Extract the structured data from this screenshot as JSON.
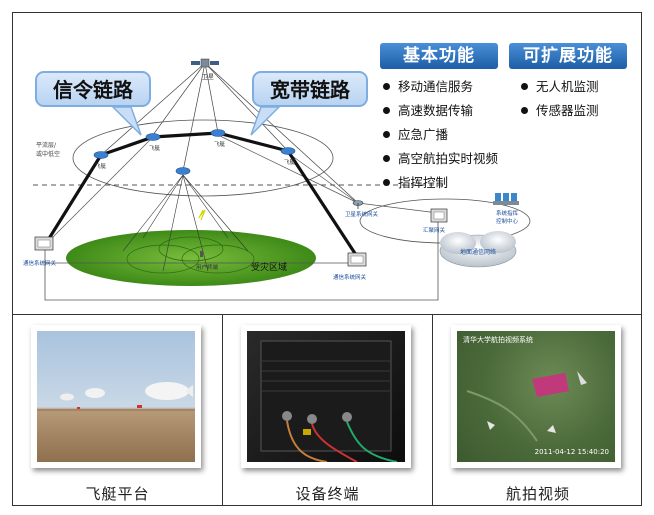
{
  "network": {
    "satellite_label": "卫星",
    "airship_labels": [
      "飞艇",
      "飞艇",
      "飞艇",
      "飞艇"
    ],
    "layer_label_line1": "平流层/",
    "layer_label_line2": "或中低空",
    "disaster_zone_label": "受灾区域",
    "user_terminal_label": "用户终端",
    "gateway_left_label": "通信系统网关",
    "gateway_bottom_label": "通信系统网关",
    "satellite_gateway_label": "卫星系统网关",
    "hub_gateway_label": "汇聚网关",
    "ground_network_label": "地面通信网络",
    "control_center_label_line1": "系统指挥",
    "control_center_label_line2": "控制中心"
  },
  "callouts": {
    "signaling_link": "信令链路",
    "broadband_link": "宽带链路"
  },
  "functions": {
    "basic_title": "基本功能",
    "basic_items": [
      "移动通信服务",
      "高速数据传输",
      "应急广播",
      "高空航拍实时视频",
      "指挥控制"
    ],
    "extended_title": "可扩展功能",
    "extended_items": [
      "无人机监测",
      "传感器监测"
    ]
  },
  "photos": [
    {
      "caption": "飞艇平台"
    },
    {
      "caption": "设备终端"
    },
    {
      "caption": "航拍视频",
      "overlay_title": "清华大学航拍视频系统",
      "overlay_timestamp": "2011-04-12  15:40:20"
    }
  ],
  "colors": {
    "badge_blue": "#1d5ea6",
    "zone_green": "#4f9a1f",
    "link_black": "#111111",
    "callout_fill": "#c9def6"
  }
}
